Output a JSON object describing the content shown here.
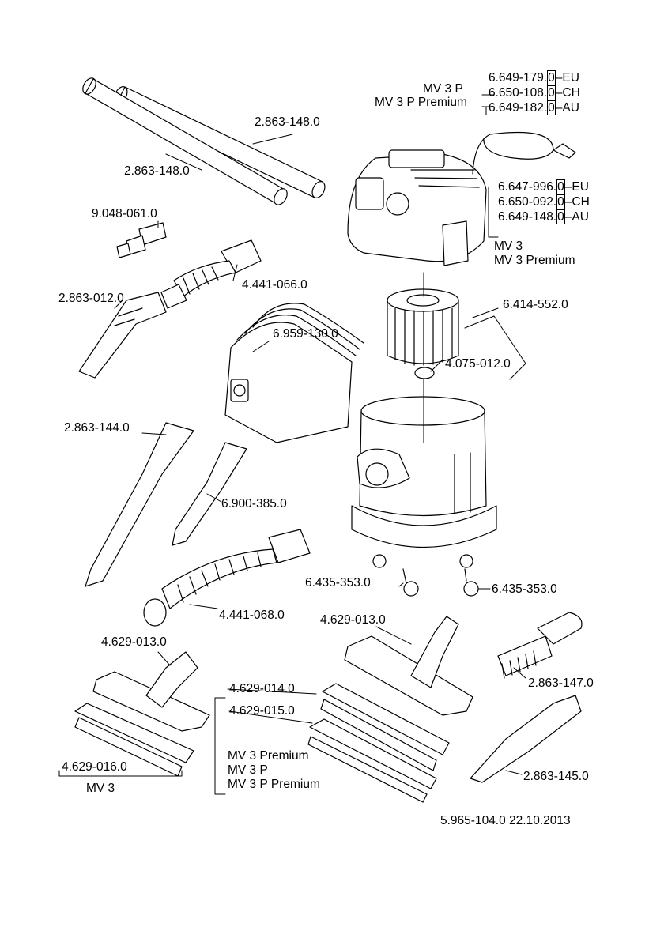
{
  "labels": {
    "tube_1": "2.863-148.0",
    "tube_2": "2.863-148.0",
    "adapter": "9.048-061.0",
    "hose_short": "4.441-066.0",
    "elbow": "2.863-012.0",
    "bags": "6.959-130.0",
    "filter_kit": "6.414-552.0",
    "filter_nut": "4.075-012.0",
    "crevice_long": "2.863-144.0",
    "crevice_short": "6.900-385.0",
    "hose_long": "4.441-068.0",
    "castor_left": "6.435-353.0",
    "castor_right": "6.435-353.0",
    "floor_nozzle_left": "4.629-013.0",
    "floor_nozzle_right": "4.629-013.0",
    "brush": "2.863-147.0",
    "insert_014": "4.629-014.0",
    "insert_015": "4.629-015.0",
    "insert_016": "4.629-016.0",
    "upholstery": "2.863-145.0"
  },
  "head_models": [
    "MV 3 P",
    "MV 3 P Premium"
  ],
  "head_rows": [
    {
      "num": "6.649-179.",
      "digit": "0",
      "region": "EU"
    },
    {
      "num": "6.650-108.",
      "digit": "0",
      "region": "CH"
    },
    {
      "num": "6.649-182.",
      "digit": "0",
      "region": "AU"
    }
  ],
  "body_rows": [
    {
      "num": "6.647-996.",
      "digit": "0",
      "region": "EU"
    },
    {
      "num": "6.650-092.",
      "digit": "0",
      "region": "CH"
    },
    {
      "num": "6.649-148.",
      "digit": "0",
      "region": "AU"
    }
  ],
  "body_models": [
    "MV 3",
    "MV 3 Premium"
  ],
  "insert_models": [
    "MV 3 Premium",
    "MV 3 P",
    "MV 3 P Premium"
  ],
  "insert_016_model": "MV 3",
  "footer": "5.965-104.0  22.10.2013"
}
